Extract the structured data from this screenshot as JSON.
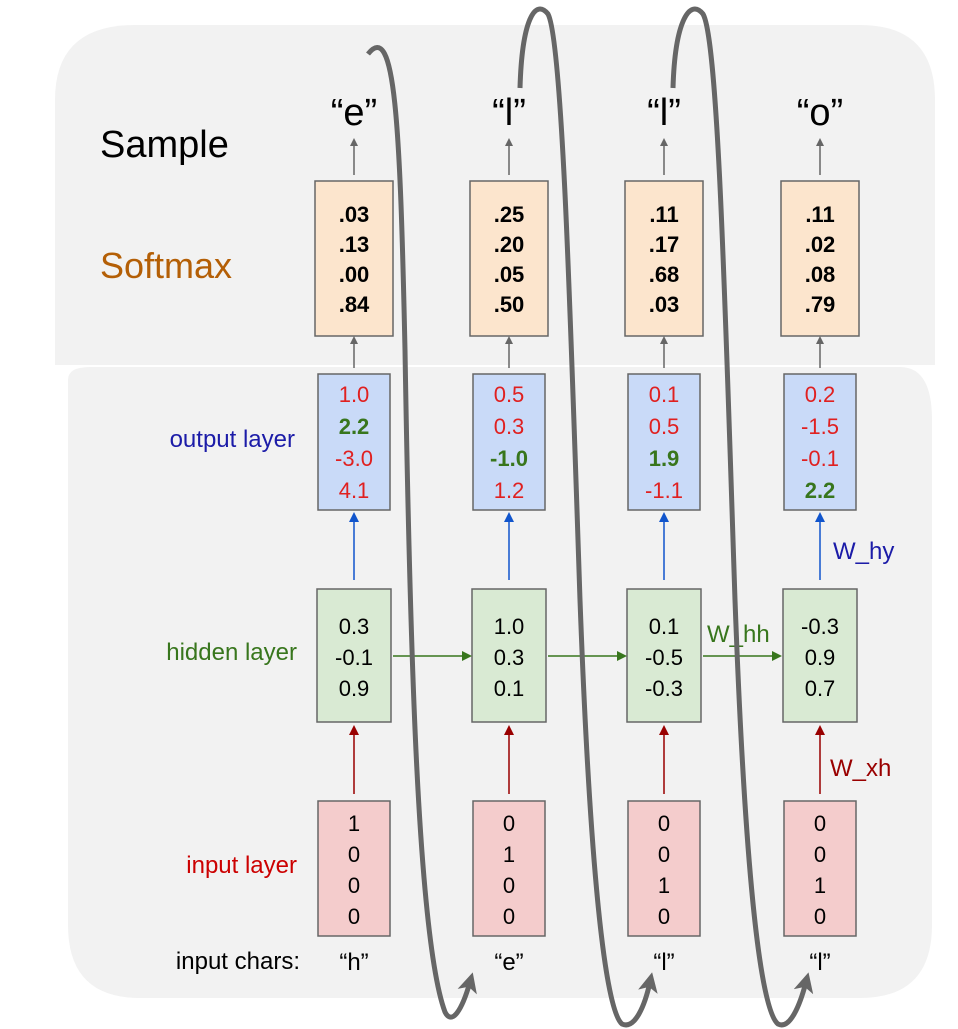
{
  "labels": {
    "sample": "Sample",
    "softmax": "Softmax",
    "output_layer": "output layer",
    "hidden_layer": "hidden layer",
    "input_layer": "input layer",
    "input_chars": "input chars:",
    "w_hy": "W_hy",
    "w_hh": "W_hh",
    "w_xh": "W_xh"
  },
  "colors": {
    "panel": "#f2f2f2",
    "softmax_fill": "#fce5cd",
    "output_fill": "#c9daf8",
    "hidden_fill": "#d9ead3",
    "input_fill": "#f4cccc",
    "softmax_text": "#b45f06",
    "output_text": "#1c1ca8",
    "hidden_text": "#38761d",
    "input_text": "#cc0000",
    "red_value": "#e02020",
    "green_value": "#38761d"
  },
  "columns": [
    {
      "sample": "“e”",
      "softmax": [
        ".03",
        ".13",
        ".00",
        ".84"
      ],
      "output": [
        {
          "v": "1.0",
          "bold": false
        },
        {
          "v": "2.2",
          "bold": true
        },
        {
          "v": "-3.0",
          "bold": false
        },
        {
          "v": "4.1",
          "bold": false
        }
      ],
      "hidden": [
        "0.3",
        "-0.1",
        "0.9"
      ],
      "input": [
        "1",
        "0",
        "0",
        "0"
      ],
      "char": "“h”"
    },
    {
      "sample": "“l”",
      "softmax": [
        ".25",
        ".20",
        ".05",
        ".50"
      ],
      "output": [
        {
          "v": "0.5",
          "bold": false
        },
        {
          "v": "0.3",
          "bold": false
        },
        {
          "v": "-1.0",
          "bold": true
        },
        {
          "v": "1.2",
          "bold": false
        }
      ],
      "hidden": [
        "1.0",
        "0.3",
        "0.1"
      ],
      "input": [
        "0",
        "1",
        "0",
        "0"
      ],
      "char": "“e”"
    },
    {
      "sample": "“l”",
      "softmax": [
        ".11",
        ".17",
        ".68",
        ".03"
      ],
      "output": [
        {
          "v": "0.1",
          "bold": false
        },
        {
          "v": "0.5",
          "bold": false
        },
        {
          "v": "1.9",
          "bold": true
        },
        {
          "v": "-1.1",
          "bold": false
        }
      ],
      "hidden": [
        "0.1",
        "-0.5",
        "-0.3"
      ],
      "input": [
        "0",
        "0",
        "1",
        "0"
      ],
      "char": "“l”"
    },
    {
      "sample": "“o”",
      "softmax": [
        ".11",
        ".02",
        ".08",
        ".79"
      ],
      "output": [
        {
          "v": "0.2",
          "bold": false
        },
        {
          "v": "-1.5",
          "bold": false
        },
        {
          "v": "-0.1",
          "bold": false
        },
        {
          "v": "2.2",
          "bold": true
        }
      ],
      "hidden": [
        "-0.3",
        "0.9",
        "0.7"
      ],
      "input": [
        "0",
        "0",
        "1",
        "0"
      ],
      "char": "“l”"
    }
  ]
}
